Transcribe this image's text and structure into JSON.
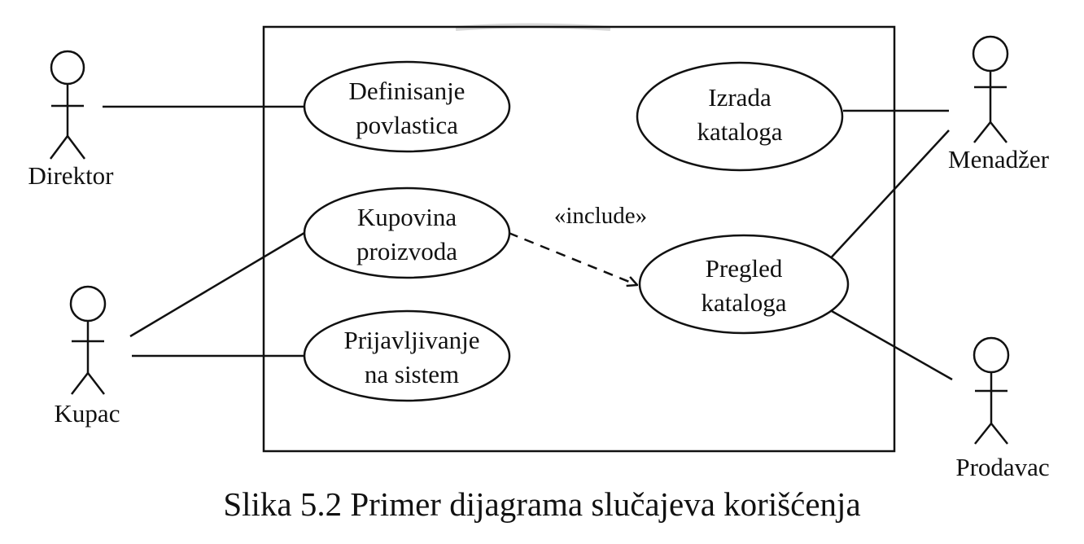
{
  "actors": [
    {
      "id": "direktor",
      "label": "Direktor"
    },
    {
      "id": "kupac",
      "label": "Kupac"
    },
    {
      "id": "menadzer",
      "label": "Menadžer"
    },
    {
      "id": "prodavac",
      "label": "Prodavac"
    }
  ],
  "use_cases": [
    {
      "id": "definisanje",
      "line1": "Definisanje",
      "line2": "povlastica"
    },
    {
      "id": "kupovina",
      "line1": "Kupovina",
      "line2": "proizvoda"
    },
    {
      "id": "prijavljivanje",
      "line1": "Prijavljivanje",
      "line2": "na sistem"
    },
    {
      "id": "izrada",
      "line1": "Izrada",
      "line2": "kataloga"
    },
    {
      "id": "pregled",
      "line1": "Pregled",
      "line2": "kataloga"
    }
  ],
  "relationships": {
    "include_label": "«include»"
  },
  "caption": "Slika 5.2 Primer dijagrama slučajeva korišćenja"
}
